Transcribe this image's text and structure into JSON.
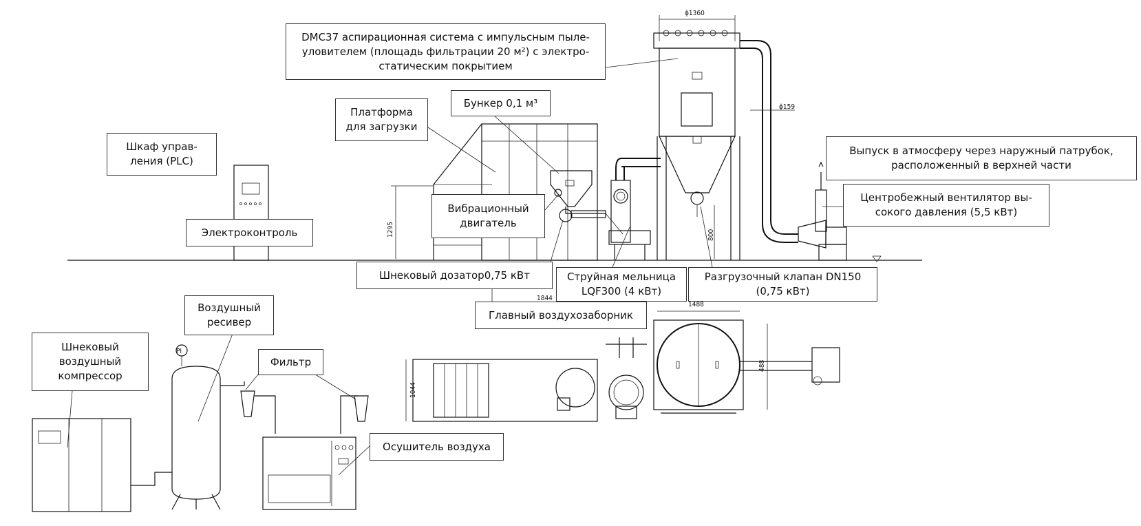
{
  "labels": {
    "dmc": [
      "DMC37 аспирационная система с импульсным пыле-",
      "уловителем (площадь фильтрации 20 м²) с электро-",
      "статическим покрытием"
    ],
    "bunker": [
      "Бункер 0,1 м³"
    ],
    "platform": [
      "Платформа",
      "для загрузки"
    ],
    "cabinet": [
      "Шкаф управ-",
      "ления (PLC)"
    ],
    "electro": [
      "Электроконтроль"
    ],
    "vibro": [
      "Вибрационный",
      "двигатель"
    ],
    "exhaust": [
      "Выпуск в атмосферу через наружный патрубок,",
      "расположенный в верхней части"
    ],
    "fan": [
      "Центробежный вентилятор вы-",
      "сокого давления (5,5 кВт)"
    ],
    "screw_doser": [
      "Шнековый дозатор0,75 кВт"
    ],
    "jet_mill": [
      "Струйная мельница",
      "LQF300 (4 кВт)"
    ],
    "valve": [
      "Разгрузочный клапан DN150",
      "(0,75 кВт)"
    ],
    "intake": [
      "Главный воздухозаборник"
    ],
    "receiver": [
      "Воздушный",
      "ресивер"
    ],
    "compressor": [
      "Шнековый",
      "воздушный",
      "компрессор"
    ],
    "filter": [
      "Фильтр"
    ],
    "dryer": [
      "Осушитель воздуха"
    ]
  },
  "dimensions": {
    "d1360": "ϕ1360",
    "d159": "ϕ159",
    "h1295": "1295",
    "h800": "800",
    "w1844": "1844",
    "w1488": "1488",
    "h1044": "1044",
    "h488": "488",
    "pi": "PI"
  }
}
